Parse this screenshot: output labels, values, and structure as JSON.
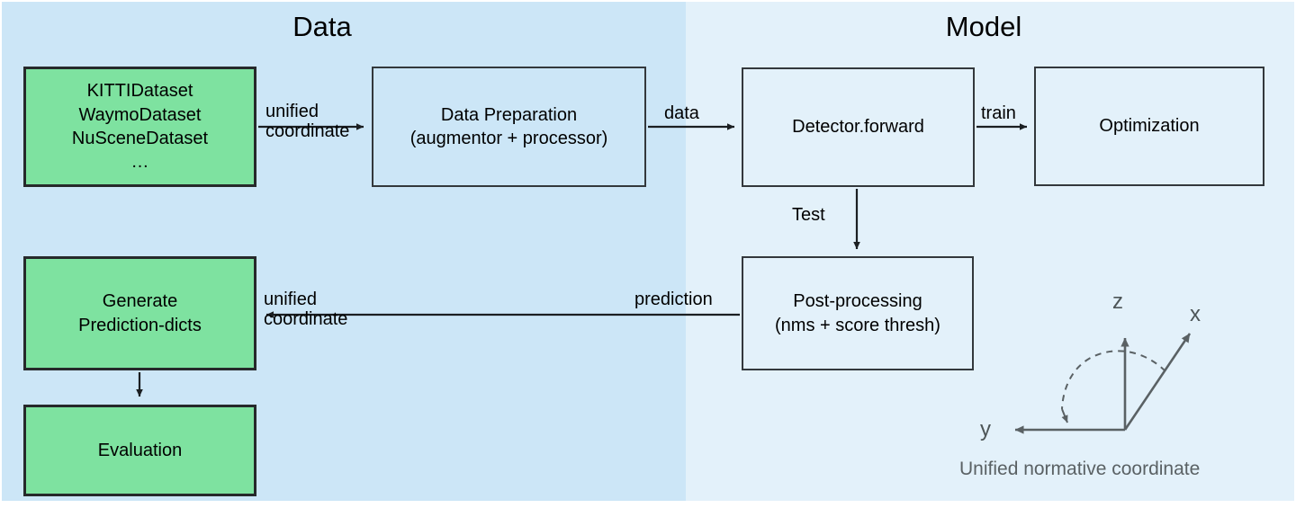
{
  "diagram": {
    "title_left": "Data",
    "title_right": "Model",
    "colors": {
      "bg_left": "#cce6f7",
      "bg_right": "#e3f1fa",
      "node_green": "#7ee2a0",
      "node_border": "#26292b",
      "plain_border": "#33383c",
      "axis_gray": "#5a6164"
    }
  },
  "nodes": {
    "datasets": {
      "line1": "KITTIDataset",
      "line2": "WaymoDataset",
      "line3": "NuSceneDataset",
      "line4": "…"
    },
    "data_preparation": {
      "line1": "Data Preparation",
      "line2": "(augmentor + processor)"
    },
    "detector_forward": {
      "line1": "Detector.forward"
    },
    "optimization": {
      "line1": "Optimization"
    },
    "post_processing": {
      "line1": "Post-processing",
      "line2": "(nms + score thresh)"
    },
    "generate_prediction_dicts": {
      "line1": "Generate",
      "line2": "Prediction-dicts"
    },
    "evaluation": {
      "line1": "Evaluation"
    }
  },
  "edges": {
    "datasets_to_prep": {
      "line1": "unified",
      "line2": "coordinate"
    },
    "prep_to_detector": {
      "line1": "data"
    },
    "detector_to_optimization": {
      "line1": "train"
    },
    "detector_to_postprocessing": {
      "line1": "Test"
    },
    "postprocessing_to_generate_right": {
      "line1": "prediction"
    },
    "postprocessing_to_generate_left": {
      "line1": "unified",
      "line2": "coordinate"
    }
  },
  "coordinate_frame": {
    "axis_z": "z",
    "axis_x": "x",
    "axis_y": "y",
    "caption": "Unified normative coordinate"
  }
}
